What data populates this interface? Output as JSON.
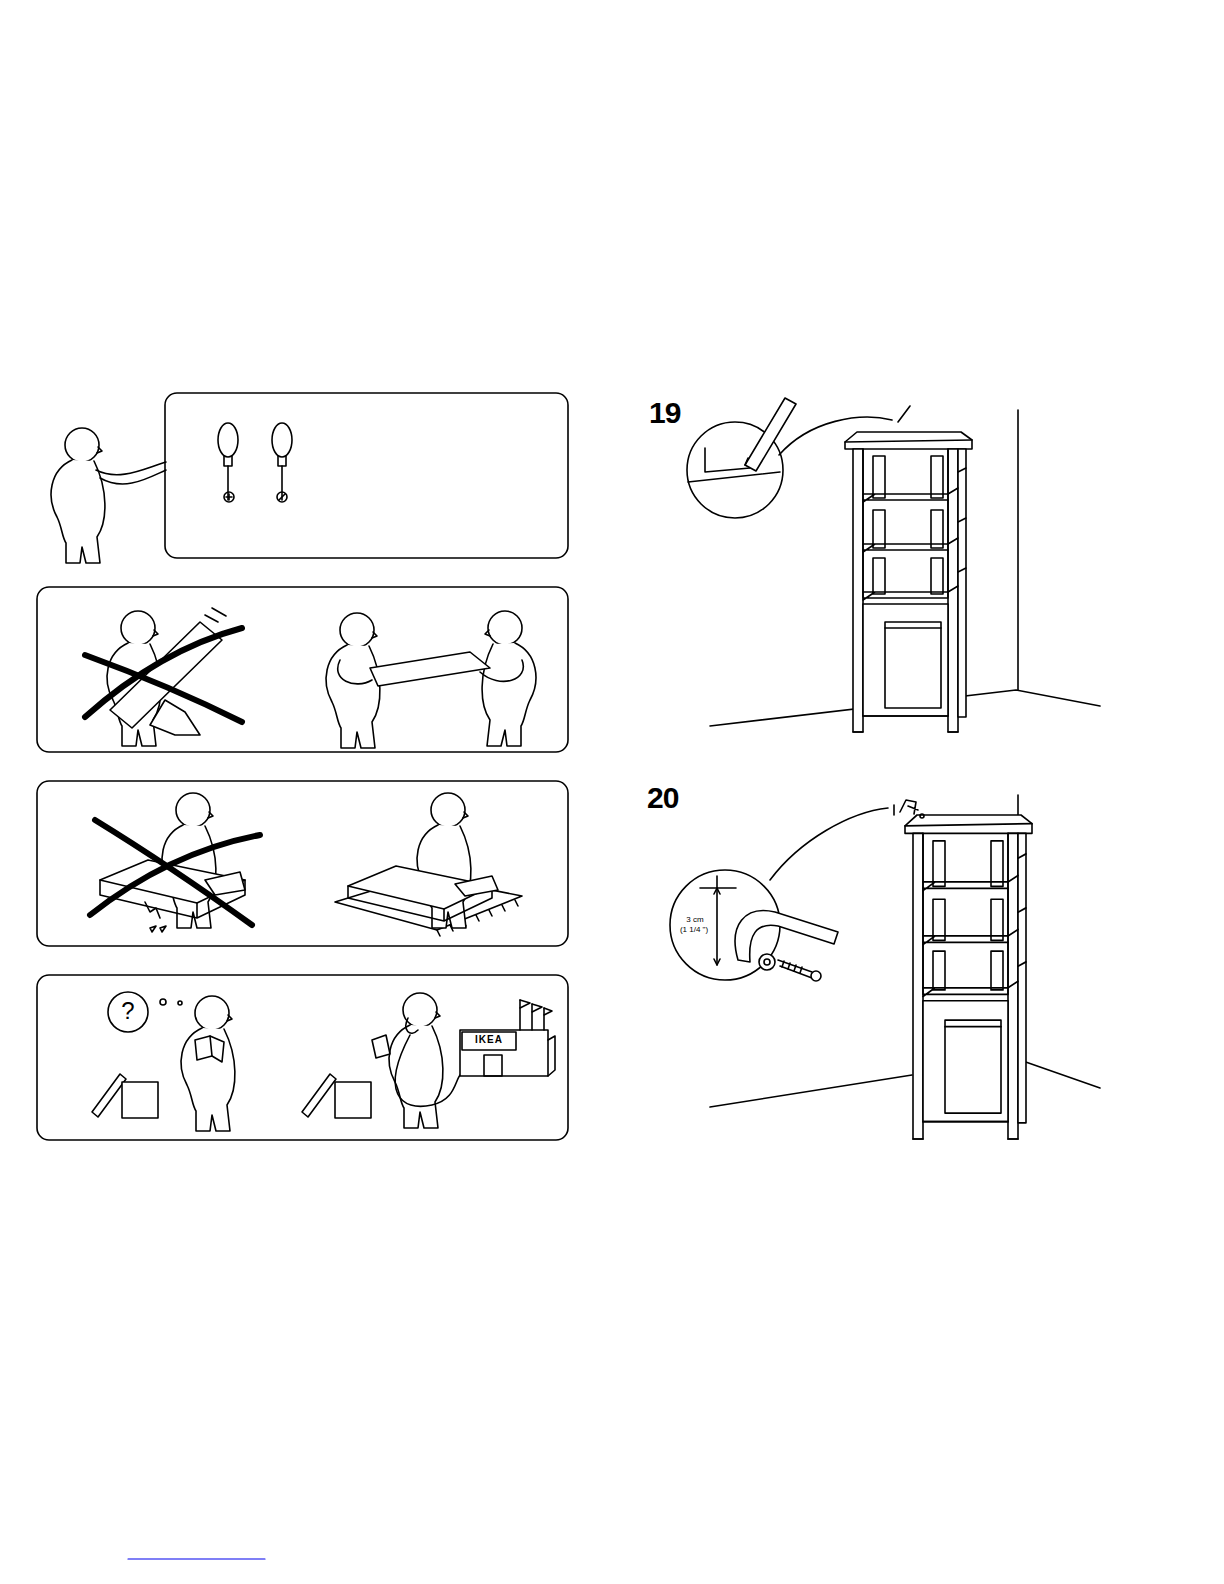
{
  "diagram": {
    "labels": [
      "19",
      "20",
      "3 cm",
      "(1 1/4 \")",
      "?",
      "IKEA"
    ]
  }
}
